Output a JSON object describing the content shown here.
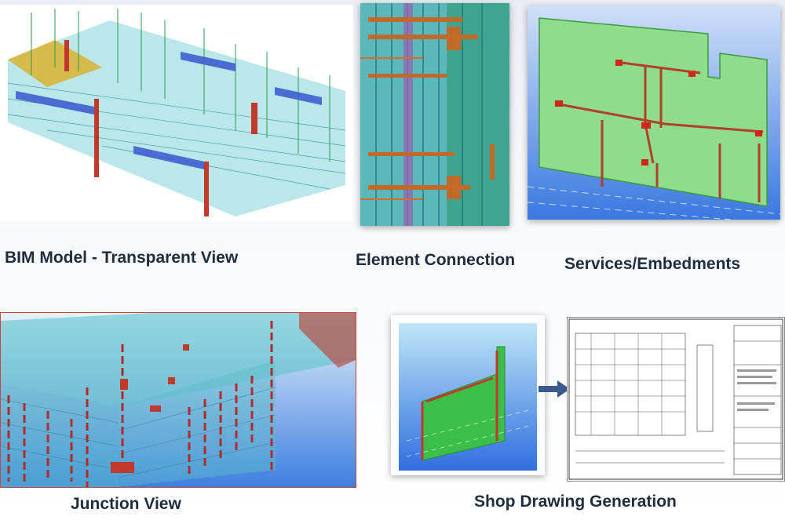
{
  "captions": {
    "bim_model": "BIM Model - Transparent View",
    "element_connection": "Element Connection",
    "services": "Services/Embedments",
    "junction": "Junction View",
    "shop_drawing": "Shop Drawing Generation"
  },
  "colors": {
    "caption": "#1f2d3d",
    "rebar_red": "#c0392b",
    "concrete_cyan": "#5fc4cc",
    "panel_green": "#3cbf4a",
    "blue_bg": "#3a78e0"
  }
}
